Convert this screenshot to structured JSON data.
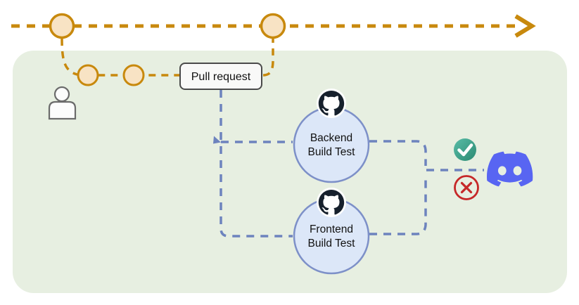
{
  "diagram": {
    "type": "ci-cd-git-workflow",
    "labels": {
      "pull_request": "Pull request"
    },
    "nodes": [
      {
        "id": "backend-build-test",
        "label_lines": [
          "Backend",
          "Build Test"
        ],
        "icon": "github-icon"
      },
      {
        "id": "frontend-build-test",
        "label_lines": [
          "Frontend",
          "Build Test"
        ],
        "icon": "github-icon"
      }
    ],
    "icons": {
      "developer": "person-icon",
      "ci_provider": "github-icon",
      "success": "check-icon",
      "failure": "x-icon",
      "notification_target": "discord-icon",
      "flow_direction": "arrow-right-icon"
    },
    "colors": {
      "git_branch_gold": "#C8890D",
      "commit_fill": "#F8E3C4",
      "pipeline_blue": "#6D83BE",
      "node_fill": "#DCE7F8",
      "node_border": "#7D90C8",
      "container_green": "#E7EFE1",
      "success_green_top": "#59BCA7",
      "success_green_bottom": "#2B8A72",
      "failure_red": "#C62828",
      "discord_blurple": "#5865F2",
      "github_dark": "#16202C",
      "pull_request_border": "#4A4A4A",
      "pull_request_fill": "#F9F9F8"
    },
    "counts": {
      "main_branch_commits": 2,
      "feature_branch_commits": 2,
      "test_nodes": 2
    }
  }
}
